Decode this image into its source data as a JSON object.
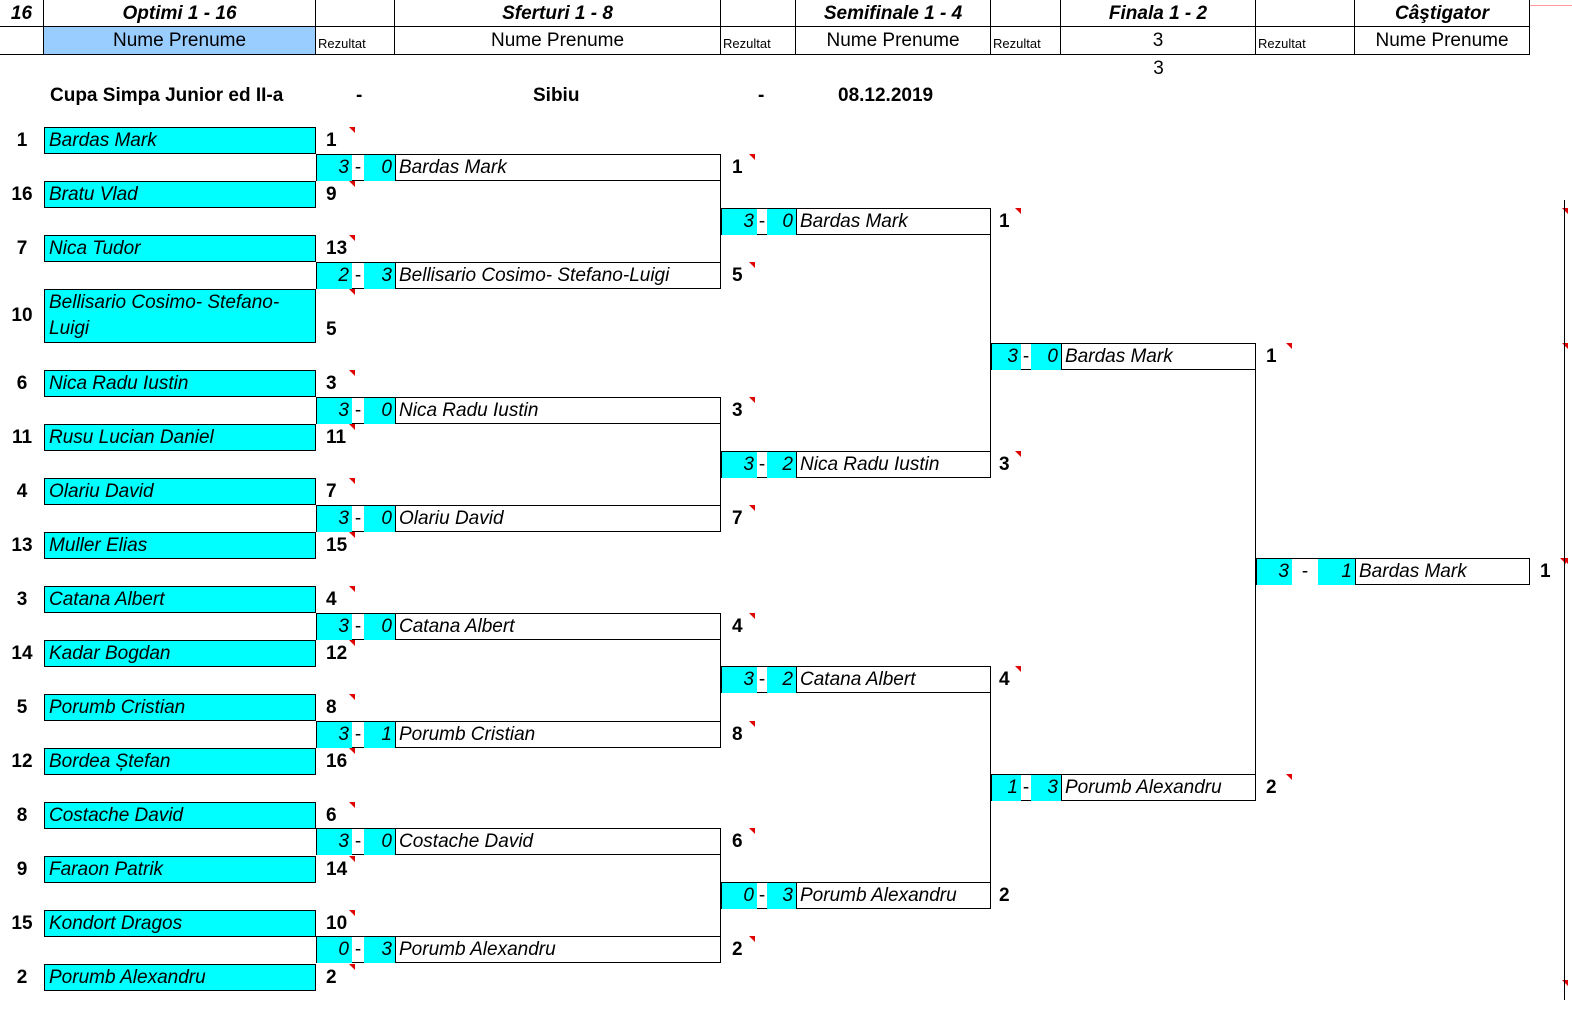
{
  "header": {
    "row1": {
      "count": "16",
      "col_optimi": "Optimi 1 - 16",
      "col_sferturi": "Sferturi 1 - 8",
      "col_semifinale": "Semifinale 1 - 4",
      "col_finala": "Finala 1 - 2",
      "col_castigator": "Câştigator"
    },
    "row2": {
      "nume_optimi": "Nume Prenume",
      "rez1": "Rezultat",
      "nume_sferturi": "Nume Prenume",
      "rez2": "Rezultat",
      "nume_semifinale": "Nume Prenume",
      "rez3": "Rezultat",
      "finala_val": "3",
      "rez4": "Rezultat",
      "nume_castigator": "Nume Prenume"
    },
    "extra_value": "3"
  },
  "event": {
    "name": "Cupa Simpa Junior ed II-a",
    "sep1": "-",
    "city": "Sibiu",
    "sep2": "-",
    "date": "08.12.2019"
  },
  "round16": [
    {
      "seed": "1",
      "name": "Bardas Mark",
      "num": "1"
    },
    {
      "seed": "16",
      "name": "Bratu Vlad",
      "num": "9"
    },
    {
      "seed": "7",
      "name": "Nica Tudor",
      "num": "13"
    },
    {
      "seed": "10",
      "name": "Bellisario Cosimo- Stefano-Luigi",
      "num": "5"
    },
    {
      "seed": "6",
      "name": "Nica Radu Iustin",
      "num": "3"
    },
    {
      "seed": "11",
      "name": "Rusu Lucian Daniel",
      "num": "11"
    },
    {
      "seed": "4",
      "name": "Olariu David",
      "num": "7"
    },
    {
      "seed": "13",
      "name": "Muller Elias",
      "num": "15"
    },
    {
      "seed": "3",
      "name": "Catana Albert",
      "num": "4"
    },
    {
      "seed": "14",
      "name": "Kadar Bogdan",
      "num": "12"
    },
    {
      "seed": "5",
      "name": "Porumb Cristian",
      "num": "8"
    },
    {
      "seed": "12",
      "name": "Bordea Ștefan",
      "num": "16"
    },
    {
      "seed": "8",
      "name": "Costache David",
      "num": "6"
    },
    {
      "seed": "9",
      "name": "Faraon Patrik",
      "num": "14"
    },
    {
      "seed": "15",
      "name": "Kondort Dragos",
      "num": "10"
    },
    {
      "seed": "2",
      "name": "Porumb Alexandru",
      "num": "2"
    }
  ],
  "quarters": [
    {
      "s1": "3",
      "dash": "-",
      "s2": "0",
      "name": "Bardas Mark",
      "num": "1"
    },
    {
      "s1": "2",
      "dash": "-",
      "s2": "3",
      "name": "Bellisario Cosimo- Stefano-Luigi",
      "num": "5"
    },
    {
      "s1": "3",
      "dash": "-",
      "s2": "0",
      "name": "Nica Radu Iustin",
      "num": "3"
    },
    {
      "s1": "3",
      "dash": "-",
      "s2": "0",
      "name": "Olariu David",
      "num": "7"
    },
    {
      "s1": "3",
      "dash": "-",
      "s2": "0",
      "name": "Catana Albert",
      "num": "4"
    },
    {
      "s1": "3",
      "dash": "-",
      "s2": "1",
      "name": "Porumb Cristian",
      "num": "8"
    },
    {
      "s1": "3",
      "dash": "-",
      "s2": "0",
      "name": "Costache David",
      "num": "6"
    },
    {
      "s1": "0",
      "dash": "-",
      "s2": "3",
      "name": "Porumb Alexandru",
      "num": "2"
    }
  ],
  "semis": [
    {
      "s1": "3",
      "dash": "-",
      "s2": "0",
      "name": "Bardas Mark",
      "num": "1"
    },
    {
      "s1": "3",
      "dash": "-",
      "s2": "2",
      "name": "Nica Radu Iustin",
      "num": "3"
    },
    {
      "s1": "3",
      "dash": "-",
      "s2": "2",
      "name": "Catana Albert",
      "num": "4"
    },
    {
      "s1": "0",
      "dash": "-",
      "s2": "3",
      "name": "Porumb Alexandru",
      "num": "2"
    }
  ],
  "finals": [
    {
      "s1": "3",
      "dash": "-",
      "s2": "0",
      "name": "Bardas Mark",
      "num": "1"
    },
    {
      "s1": "1",
      "dash": "-",
      "s2": "3",
      "name": "Porumb Alexandru",
      "num": "2"
    }
  ],
  "winner": {
    "s1": "3",
    "dash": "-",
    "s2": "1",
    "name": "Bardas Mark",
    "num": "1"
  },
  "colors": {
    "cell_fill": "#00ffff",
    "header_selected": "#99ccff",
    "comment_marker": "#e00000"
  }
}
